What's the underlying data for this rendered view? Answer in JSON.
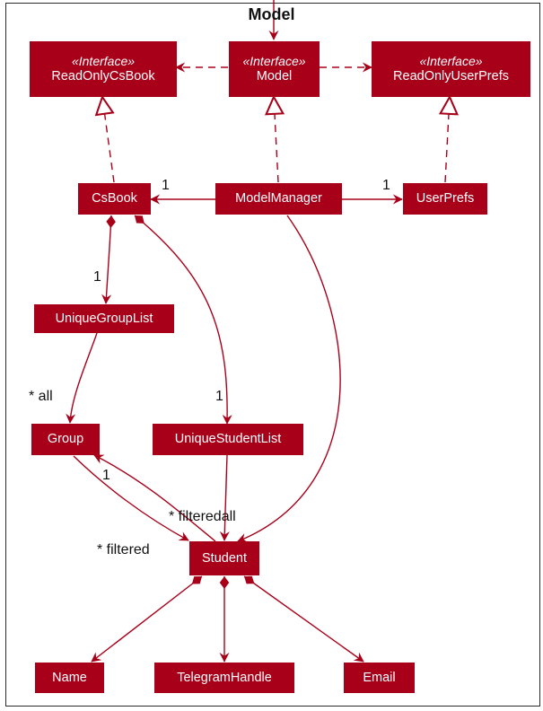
{
  "title": "Model",
  "stereotype": "«Interface»",
  "classes": {
    "read_only_cs_book": "ReadOnlyCsBook",
    "model": "Model",
    "read_only_user_prefs": "ReadOnlyUserPrefs",
    "cs_book": "CsBook",
    "model_manager": "ModelManager",
    "user_prefs": "UserPrefs",
    "unique_group_list": "UniqueGroupList",
    "group": "Group",
    "unique_student_list": "UniqueStudentList",
    "student": "Student",
    "name": "Name",
    "telegram_handle": "TelegramHandle",
    "email": "Email"
  },
  "multiplicities": {
    "manager_to_csbook": "1",
    "manager_to_userprefs": "1",
    "csbook_to_grouplist": "1",
    "grouplist_to_group": "* all",
    "csbook_to_studentlist": "1",
    "student_to_group": "1",
    "group_to_student_filtered": "* filtered",
    "manager_to_student": "* filteredall"
  },
  "colors": {
    "node_fill": "#a80019",
    "line": "#a80019",
    "text_on_node": "#ffffff"
  }
}
